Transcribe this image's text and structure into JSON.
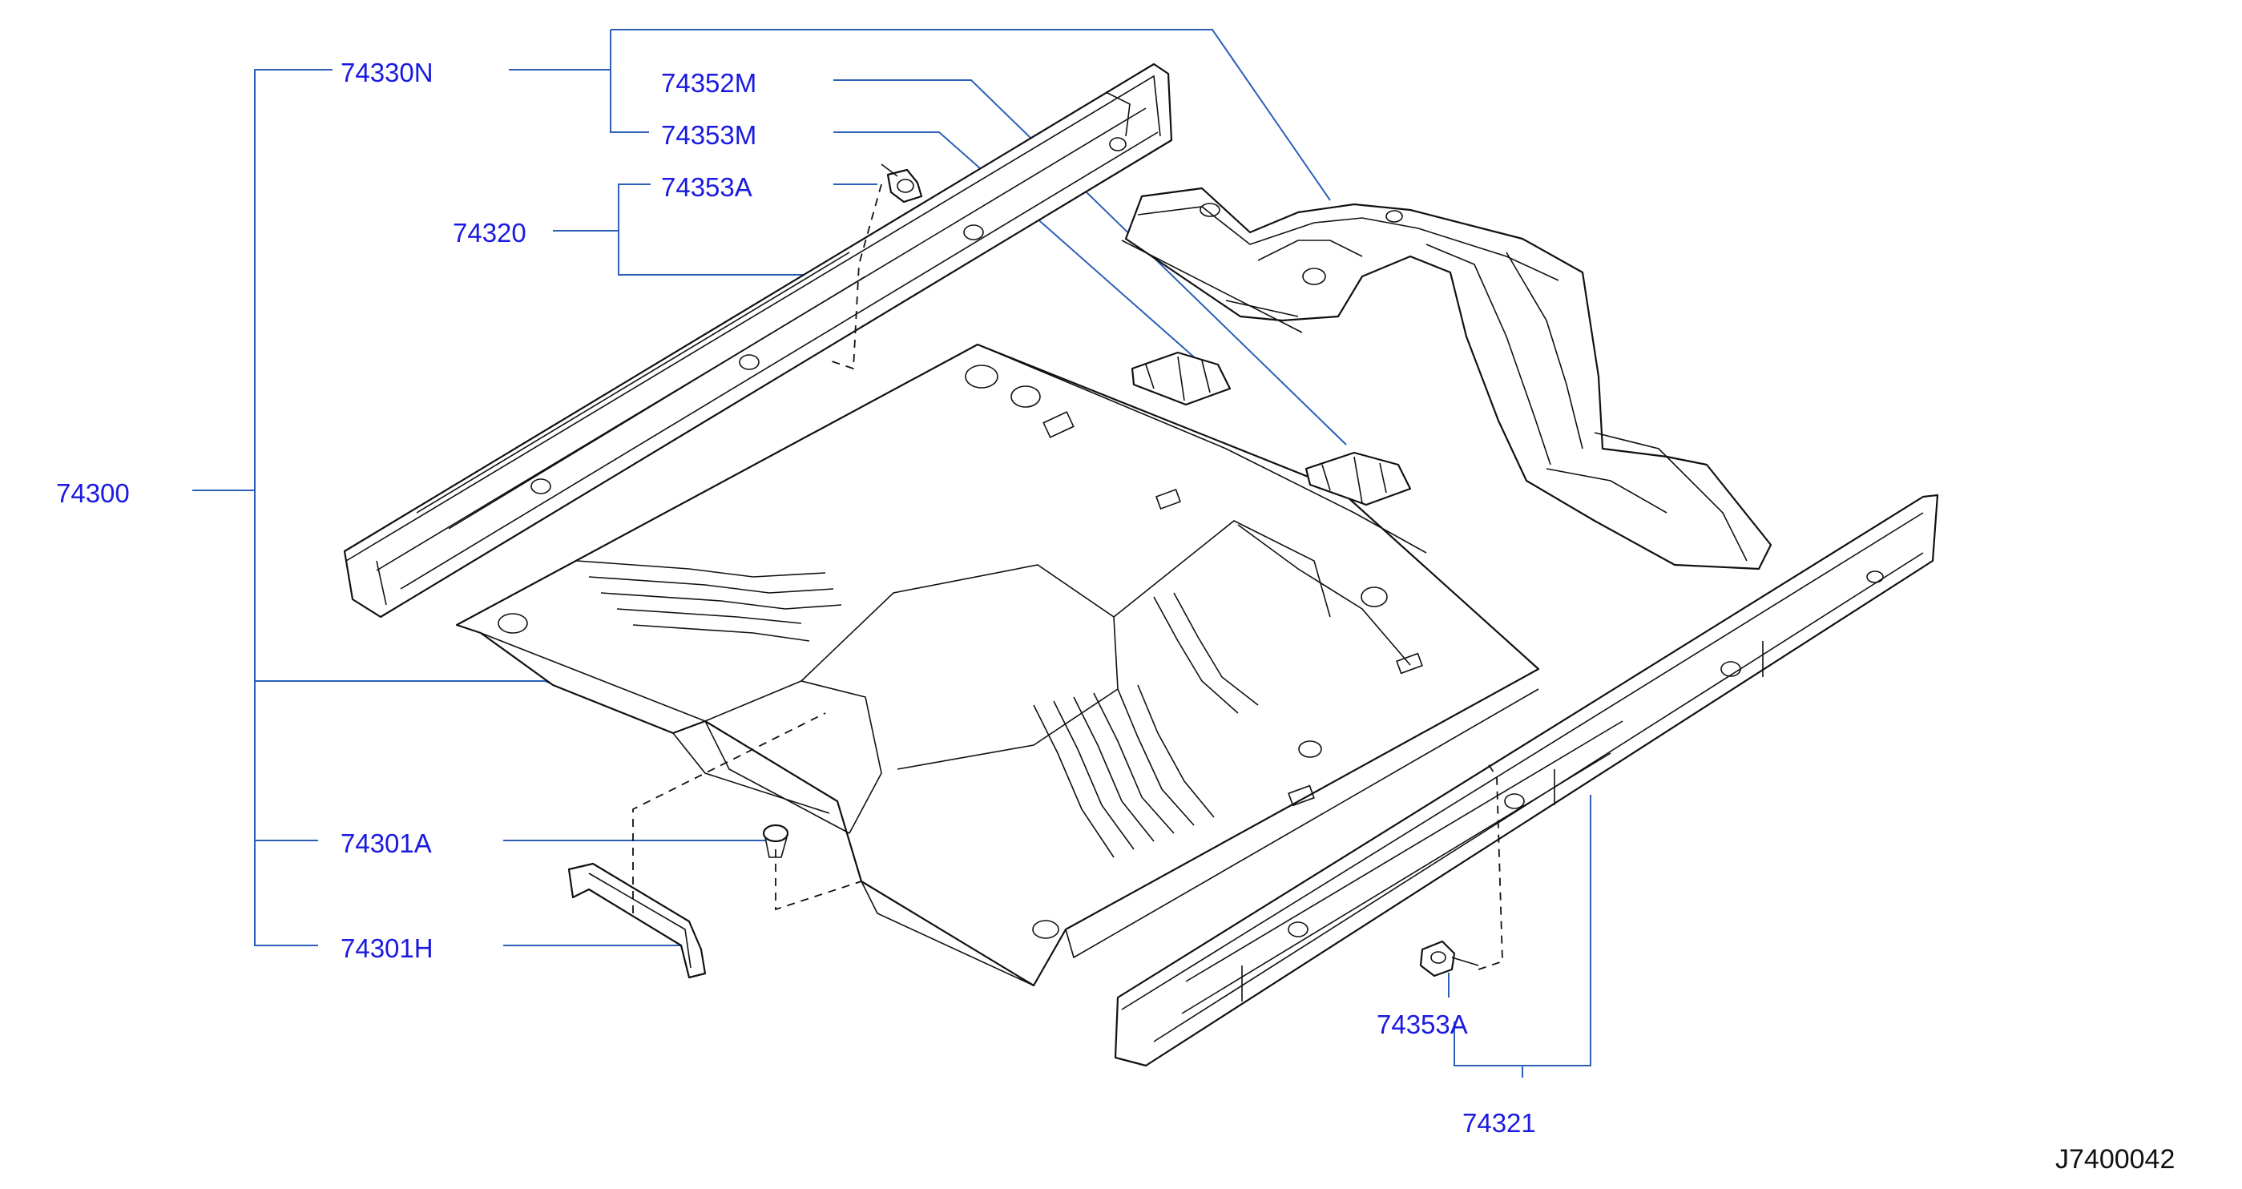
{
  "diagram": {
    "labels": {
      "p74330N": "74330N",
      "p74352M": "74352M",
      "p74353M": "74353M",
      "p74353A_top": "74353A",
      "p74320": "74320",
      "p74300": "74300",
      "p74301A": "74301A",
      "p74301H": "74301H",
      "p74353A_bottom": "74353A",
      "p74321": "74321"
    },
    "drawing_code": "J7400042"
  },
  "colors": {
    "label_text": "#1a1ae0",
    "leader_line": "#2b5fb8",
    "drawing_line": "#111111",
    "background": "#ffffff"
  }
}
